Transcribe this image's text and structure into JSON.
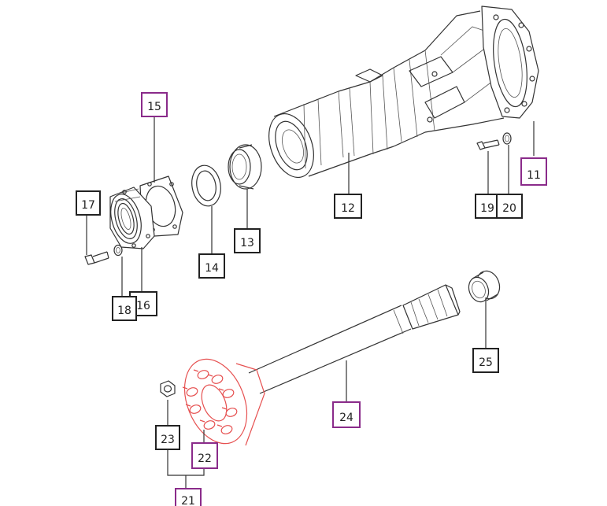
{
  "colors": {
    "highlight_border": "#8a2b8a",
    "normal_border": "#222222",
    "highlighted_part_stroke": "#e65050",
    "part_stroke": "#333333"
  },
  "callouts": {
    "c11": {
      "label": "11",
      "highlighted": true
    },
    "c12": {
      "label": "12",
      "highlighted": false
    },
    "c13": {
      "label": "13",
      "highlighted": false
    },
    "c14": {
      "label": "14",
      "highlighted": false
    },
    "c15": {
      "label": "15",
      "highlighted": true
    },
    "c16": {
      "label": "16",
      "highlighted": false
    },
    "c17": {
      "label": "17",
      "highlighted": false
    },
    "c18": {
      "label": "18",
      "highlighted": false
    },
    "c19": {
      "label": "19",
      "highlighted": false
    },
    "c20": {
      "label": "20",
      "highlighted": false
    },
    "c21": {
      "label": "21",
      "highlighted": true
    },
    "c22": {
      "label": "22",
      "highlighted": true
    },
    "c23": {
      "label": "23",
      "highlighted": false
    },
    "c24": {
      "label": "24",
      "highlighted": true
    },
    "c25": {
      "label": "25",
      "highlighted": false
    }
  }
}
